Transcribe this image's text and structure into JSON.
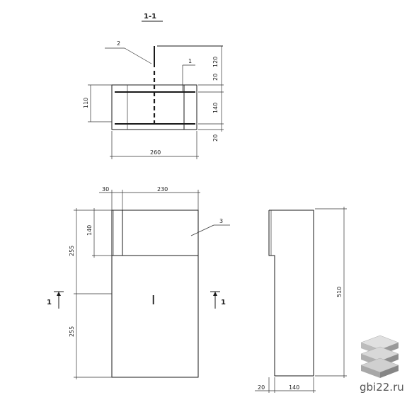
{
  "section": {
    "title": "1-1",
    "callout_2": "2",
    "callout_1": "1",
    "dim_120": "120",
    "dim_20_top": "20",
    "dim_140": "140",
    "dim_20_bottom": "20",
    "dim_110": "110",
    "dim_260": "260"
  },
  "front": {
    "dim_30": "30",
    "dim_230": "230",
    "dim_140": "140",
    "dim_255_top": "255",
    "dim_255_bottom": "255",
    "callout_3": "3",
    "cut_left": "1",
    "cut_right": "1",
    "center_mark": "I"
  },
  "side": {
    "dim_510": "510",
    "dim_20": "20",
    "dim_140": "140"
  },
  "watermark": {
    "text": "gbi22.ru"
  }
}
